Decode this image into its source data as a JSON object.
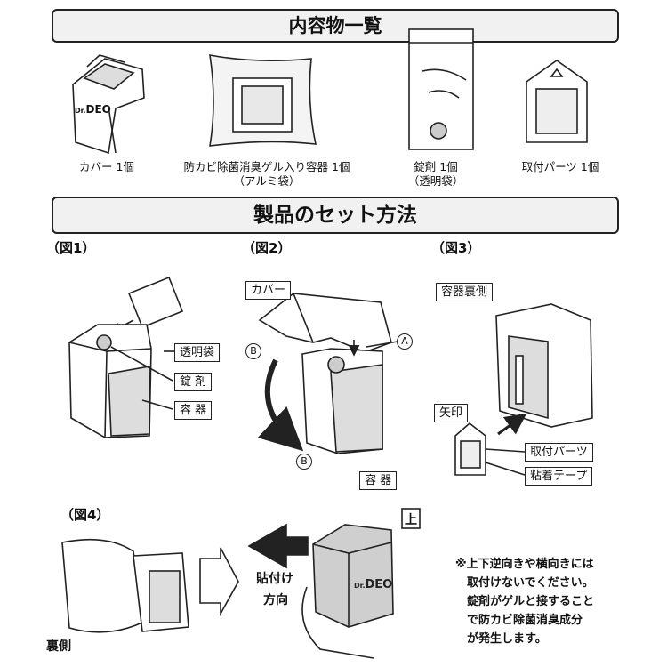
{
  "headings": {
    "contents": "内容物一覧",
    "setup": "製品のセット方法"
  },
  "contents_items": [
    {
      "caption": "カバー 1個",
      "sub": ""
    },
    {
      "caption": "防カビ除菌消臭ゲル入り容器 1個",
      "sub": "（アルミ袋）"
    },
    {
      "caption": "錠剤 1個",
      "sub": "（透明袋）"
    },
    {
      "caption": "取付パーツ 1個",
      "sub": ""
    }
  ],
  "logo_text": "DEO",
  "logo_prefix": "Dr.",
  "figures": {
    "fig1": {
      "title": "（図1）",
      "labels": [
        "透明袋",
        "錠 剤",
        "容 器"
      ]
    },
    "fig2": {
      "title": "（図2）",
      "cover": "カバー",
      "container": "容 器",
      "A": "A",
      "B": "B"
    },
    "fig3": {
      "title": "（図3）",
      "back": "容器裏側",
      "arrow": "矢印",
      "part": "取付パーツ",
      "tape": "粘着テープ"
    },
    "fig4": {
      "title": "（図4）",
      "back_side": "裏側",
      "direction_1": "貼付け",
      "direction_2": "方向",
      "up": "上"
    }
  },
  "note_lines": [
    "※上下逆向きや横向きには",
    "取付けないでください。",
    "錠剤がゲルと接すること",
    "で防カビ除菌消臭成分",
    "が発生します。"
  ]
}
